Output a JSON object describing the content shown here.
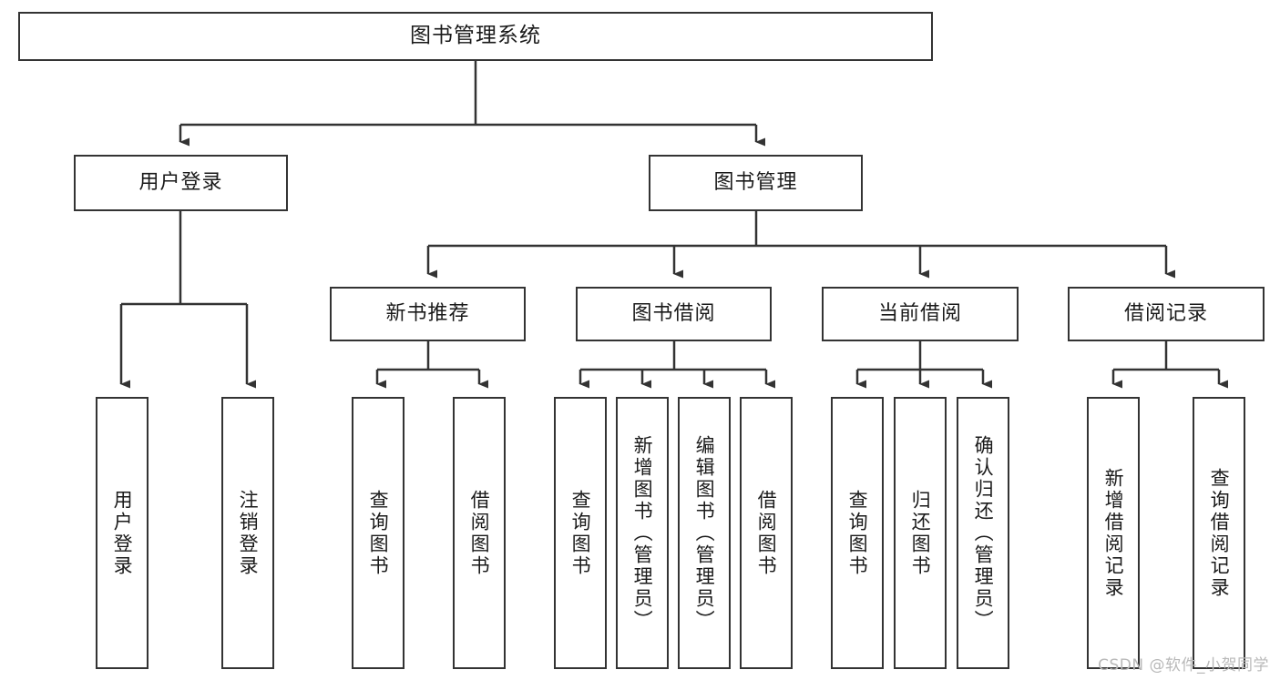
{
  "diagram": {
    "title": "图书管理系统",
    "type": "hierarchy-tree",
    "watermark": "CSDN @软件_小贺同学",
    "colors": {
      "box_border": "#333333",
      "box_fill": "#ffffff",
      "connector": "#333333",
      "text": "#1a1a1a",
      "watermark": "#b9b9b9"
    },
    "root": {
      "label": "图书管理系统"
    },
    "level1": [
      {
        "label": "用户登录"
      },
      {
        "label": "图书管理"
      }
    ],
    "level2": [
      {
        "label": "新书推荐"
      },
      {
        "label": "图书借阅"
      },
      {
        "label": "当前借阅"
      },
      {
        "label": "借阅记录"
      }
    ],
    "leaves_user_login": [
      {
        "label": "用户登录"
      },
      {
        "label": "注销登录"
      }
    ],
    "leaves_new_book": [
      {
        "label": "查询图书"
      },
      {
        "label": "借阅图书"
      }
    ],
    "leaves_borrow": [
      {
        "label": "查询图书"
      },
      {
        "label": "新增图书（管理员）"
      },
      {
        "label": "编辑图书（管理员）"
      },
      {
        "label": "借阅图书"
      }
    ],
    "leaves_current": [
      {
        "label": "查询图书"
      },
      {
        "label": "归还图书"
      },
      {
        "label": "确认归还（管理员）"
      }
    ],
    "leaves_record": [
      {
        "label": "新增借阅记录"
      },
      {
        "label": "查询借阅记录"
      }
    ]
  }
}
